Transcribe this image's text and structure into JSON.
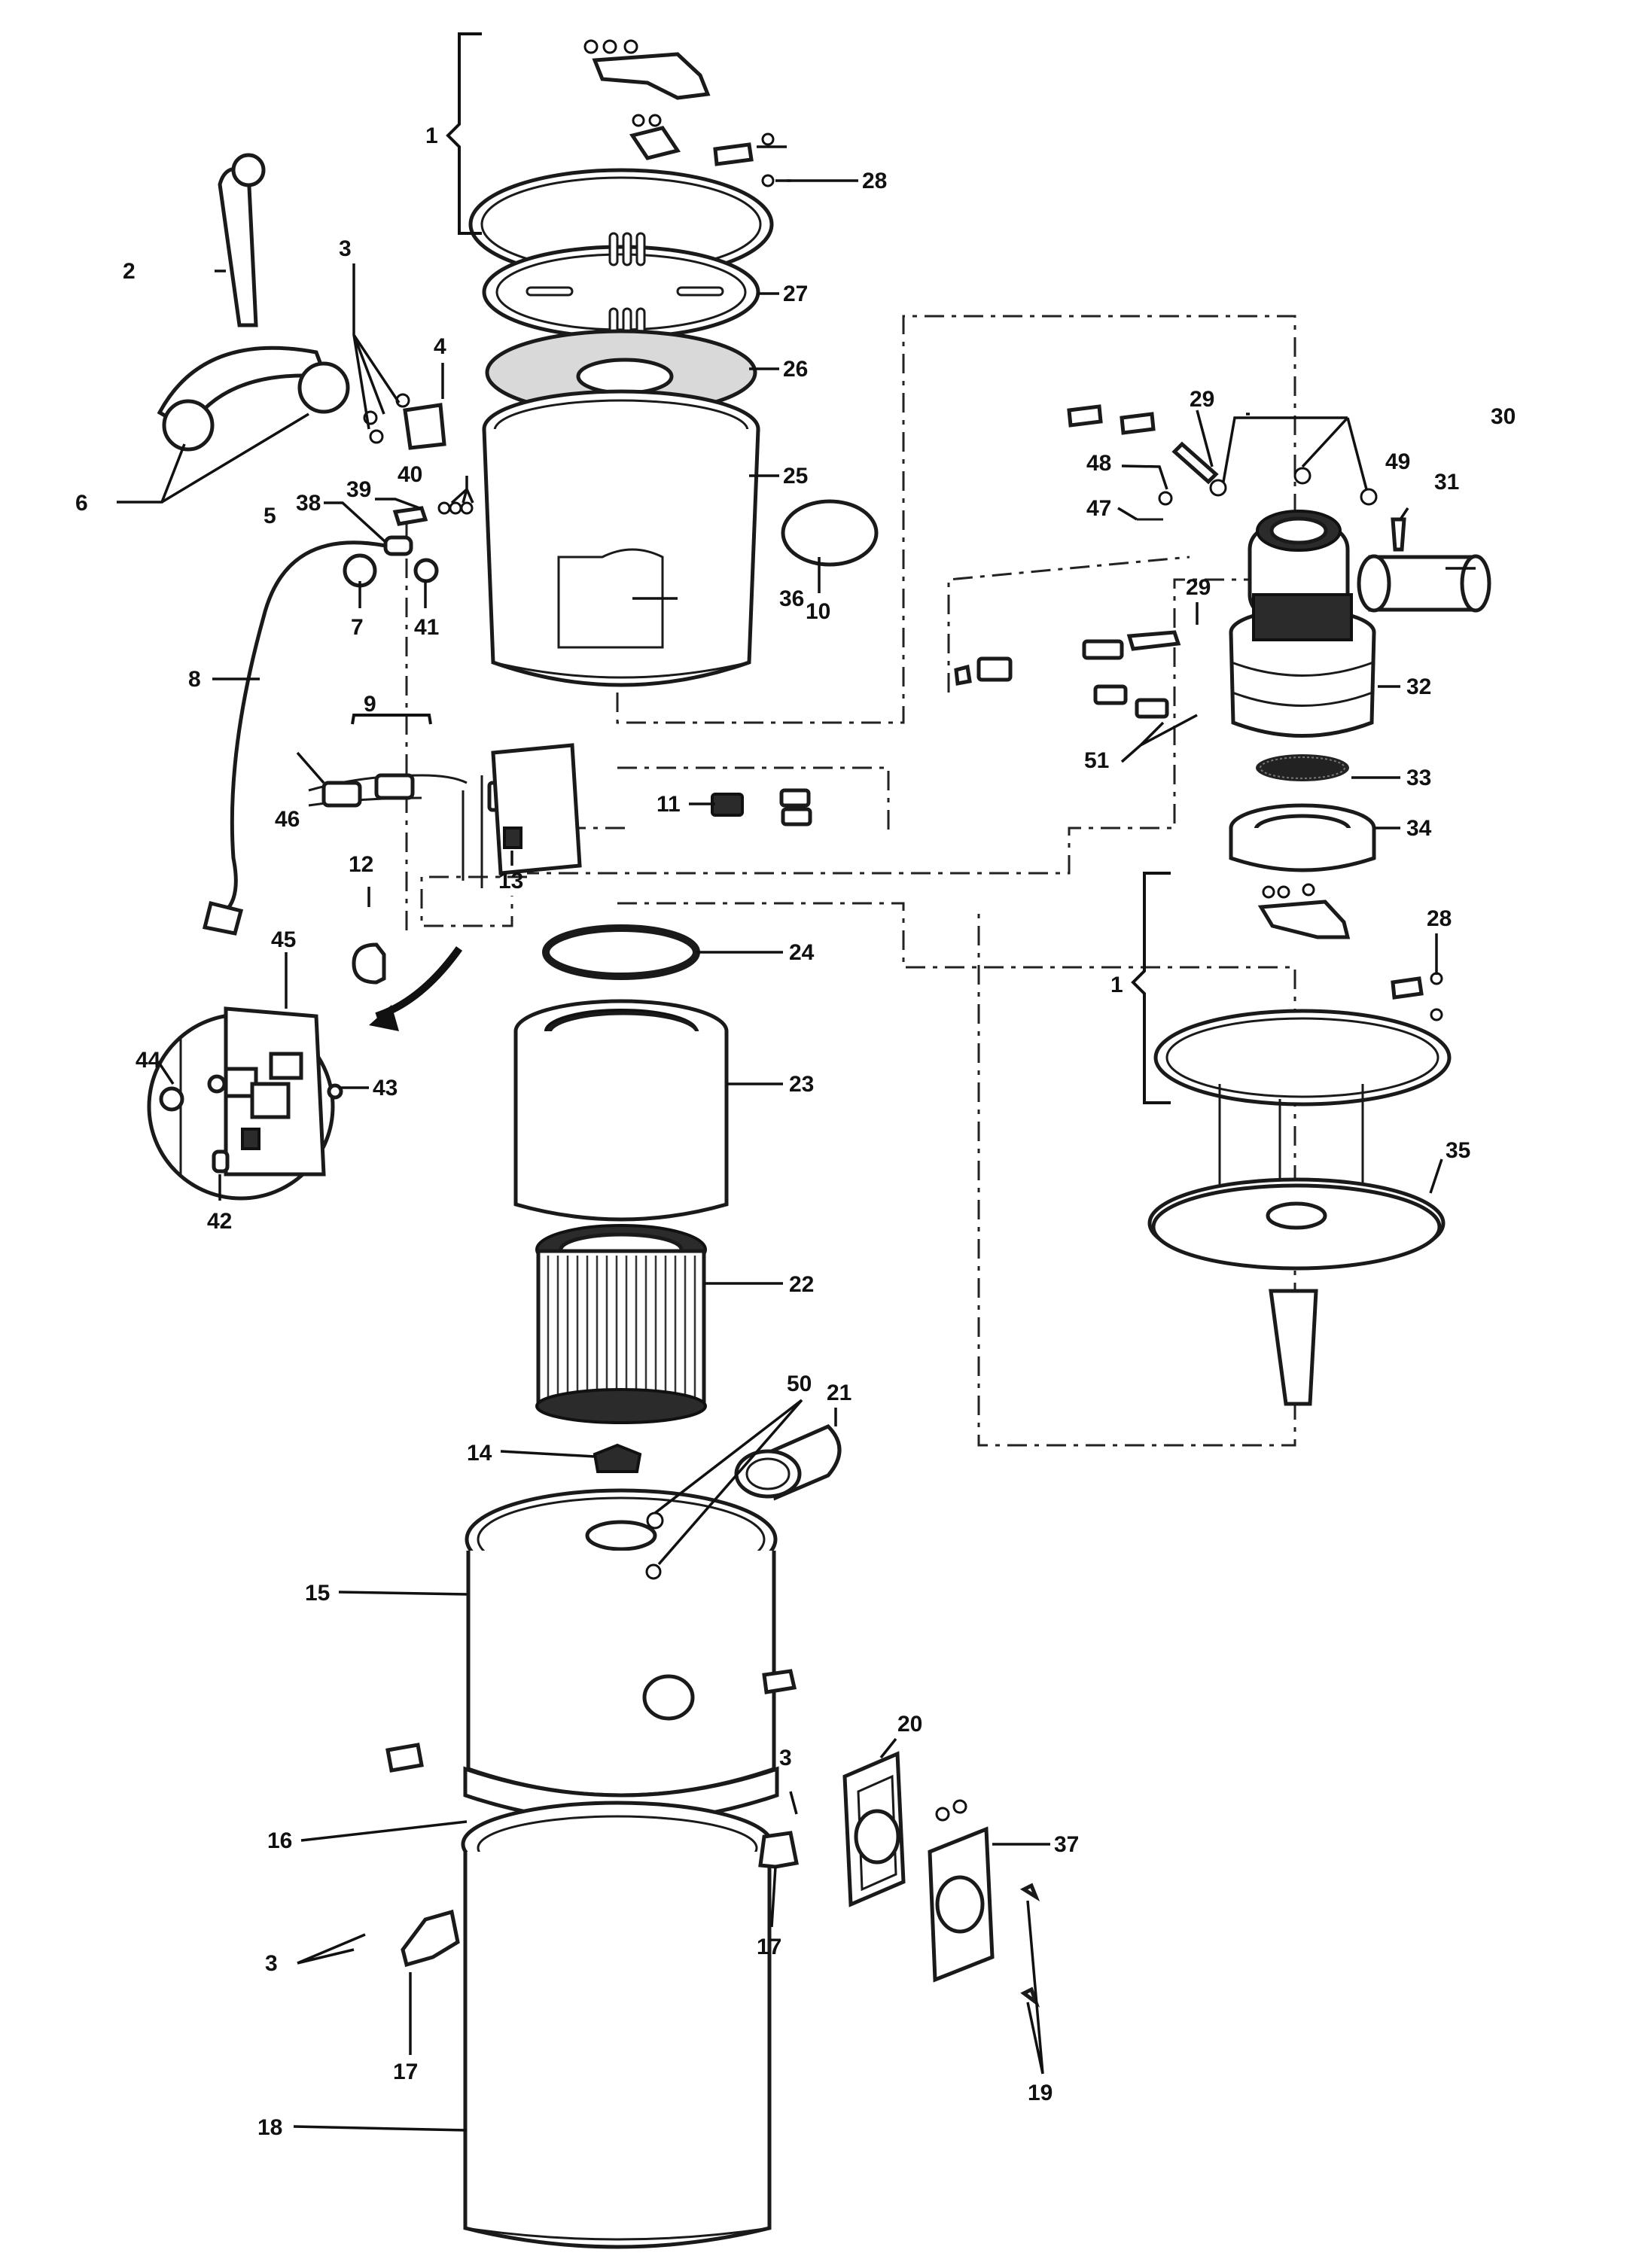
{
  "callouts": [
    {
      "id": "c1a",
      "label": "1"
    },
    {
      "id": "c1b",
      "label": "1"
    },
    {
      "id": "c2",
      "label": "2"
    },
    {
      "id": "c3a",
      "label": "3"
    },
    {
      "id": "c3b",
      "label": "3"
    },
    {
      "id": "c3c",
      "label": "3"
    },
    {
      "id": "c4",
      "label": "4"
    },
    {
      "id": "c5",
      "label": "5"
    },
    {
      "id": "c6",
      "label": "6"
    },
    {
      "id": "c7",
      "label": "7"
    },
    {
      "id": "c8",
      "label": "8"
    },
    {
      "id": "c9",
      "label": "9"
    },
    {
      "id": "c10",
      "label": "10"
    },
    {
      "id": "c11",
      "label": "11"
    },
    {
      "id": "c12",
      "label": "12"
    },
    {
      "id": "c13",
      "label": "13"
    },
    {
      "id": "c14",
      "label": "14"
    },
    {
      "id": "c15",
      "label": "15"
    },
    {
      "id": "c16",
      "label": "16"
    },
    {
      "id": "c17a",
      "label": "17"
    },
    {
      "id": "c17b",
      "label": "17"
    },
    {
      "id": "c18",
      "label": "18"
    },
    {
      "id": "c19",
      "label": "19"
    },
    {
      "id": "c20",
      "label": "20"
    },
    {
      "id": "c21",
      "label": "21"
    },
    {
      "id": "c22",
      "label": "22"
    },
    {
      "id": "c23",
      "label": "23"
    },
    {
      "id": "c24",
      "label": "24"
    },
    {
      "id": "c25",
      "label": "25"
    },
    {
      "id": "c26",
      "label": "26"
    },
    {
      "id": "c27",
      "label": "27"
    },
    {
      "id": "c28a",
      "label": "28"
    },
    {
      "id": "c28b",
      "label": "28"
    },
    {
      "id": "c29a",
      "label": "29"
    },
    {
      "id": "c29b",
      "label": "29"
    },
    {
      "id": "c30",
      "label": "30"
    },
    {
      "id": "c31",
      "label": "31"
    },
    {
      "id": "c32",
      "label": "32"
    },
    {
      "id": "c33",
      "label": "33"
    },
    {
      "id": "c34",
      "label": "34"
    },
    {
      "id": "c35",
      "label": "35"
    },
    {
      "id": "c36",
      "label": "36"
    },
    {
      "id": "c37",
      "label": "37"
    },
    {
      "id": "c38",
      "label": "38"
    },
    {
      "id": "c39",
      "label": "39"
    },
    {
      "id": "c40",
      "label": "40"
    },
    {
      "id": "c41",
      "label": "41"
    },
    {
      "id": "c42",
      "label": "42"
    },
    {
      "id": "c43",
      "label": "43"
    },
    {
      "id": "c44",
      "label": "44"
    },
    {
      "id": "c45",
      "label": "45"
    },
    {
      "id": "c46",
      "label": "46"
    },
    {
      "id": "c47",
      "label": "47"
    },
    {
      "id": "c48",
      "label": "48"
    },
    {
      "id": "c49",
      "label": "49"
    },
    {
      "id": "c50",
      "label": "50"
    },
    {
      "id": "c51",
      "label": "51"
    }
  ]
}
